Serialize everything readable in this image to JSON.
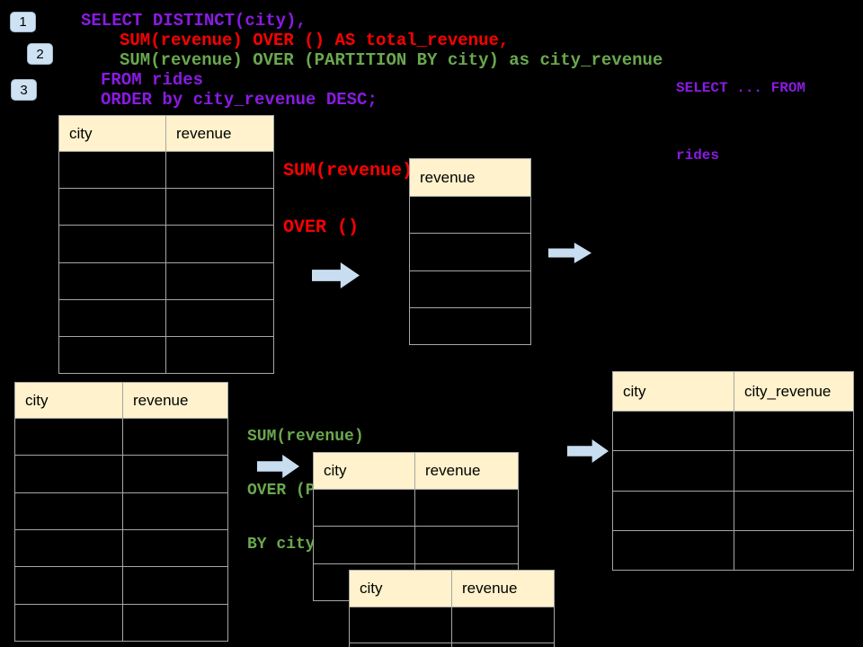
{
  "colors": {
    "bg": "#000000",
    "purple": "#8A1BE2",
    "red": "#FF0000",
    "green": "#6AA84F",
    "header_bg": "#FFF2CC",
    "grid": "#A6A6A6",
    "arrow": "#C9DDF1",
    "badge_bg": "#CFE2F3",
    "badge_border": "#9FB6CC"
  },
  "badges": [
    {
      "label": "1"
    },
    {
      "label": "2"
    },
    {
      "label": "3"
    }
  ],
  "code": {
    "lines": [
      {
        "text": "SELECT DISTINCT(city),",
        "color": "purple"
      },
      {
        "text": "SUM(revenue) OVER () AS total_revenue,",
        "color": "red"
      },
      {
        "text": "SUM(revenue) OVER (PARTITION BY city) as city_revenue",
        "color": "green"
      },
      {
        "text": "FROM rides",
        "color": "purple"
      },
      {
        "text": "ORDER by city_revenue DESC;",
        "color": "purple"
      }
    ]
  },
  "annotations": {
    "total_revenue": {
      "color": "red",
      "lines": [
        "SUM(revenue)",
        "OVER ()"
      ]
    },
    "partition": {
      "color": "green",
      "lines": [
        "SUM(revenue)",
        "OVER (PARTITION",
        "BY city)"
      ]
    },
    "select_from": {
      "color": "purple",
      "lines": [
        "SELECT ... FROM",
        "rides"
      ]
    }
  },
  "tables": {
    "source_top": {
      "headers": [
        "city",
        "revenue"
      ],
      "empty_row_count": 6
    },
    "revenue_only": {
      "headers": [
        "revenue"
      ],
      "empty_row_count": 4
    },
    "source_bottom": {
      "headers": [
        "city",
        "revenue"
      ],
      "empty_row_count": 6
    },
    "partition_mid": {
      "headers": [
        "city",
        "revenue"
      ],
      "empty_row_count": 3
    },
    "partition_overlay": {
      "headers": [
        "city",
        "revenue"
      ],
      "empty_row_count": 2
    },
    "result": {
      "headers": [
        "city",
        "city_revenue"
      ],
      "empty_row_count": 4
    }
  },
  "icons": {
    "arrow": "right-block-arrow"
  }
}
